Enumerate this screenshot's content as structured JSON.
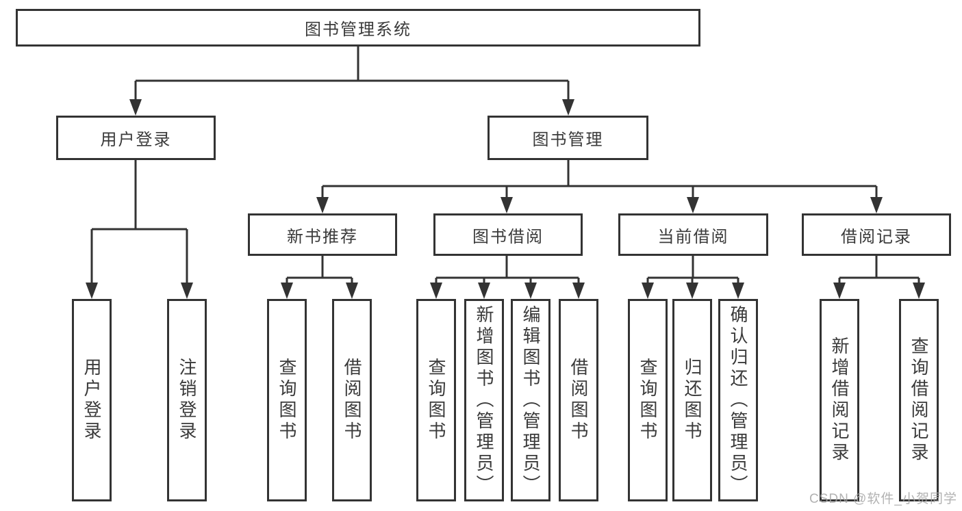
{
  "diagram_type": "hierarchy-tree",
  "colors": {
    "background": "#ffffff",
    "line": "#333333",
    "box_border": "#333333",
    "box_fill": "#ffffff",
    "text": "#3a3a3a",
    "watermark": "#a5a5a5"
  },
  "tree": {
    "label": "图书管理系统",
    "children": [
      {
        "label": "用户登录",
        "children": [
          {
            "label": "用户登录"
          },
          {
            "label": "注销登录"
          }
        ]
      },
      {
        "label": "图书管理",
        "children": [
          {
            "label": "新书推荐",
            "children": [
              {
                "label": "查询图书"
              },
              {
                "label": "借阅图书"
              }
            ]
          },
          {
            "label": "图书借阅",
            "children": [
              {
                "label": "查询图书"
              },
              {
                "label": "新增图书（管理员）"
              },
              {
                "label": "编辑图书（管理员）"
              },
              {
                "label": "借阅图书"
              }
            ]
          },
          {
            "label": "当前借阅",
            "children": [
              {
                "label": "查询图书"
              },
              {
                "label": "归还图书"
              },
              {
                "label": "确认归还（管理员）"
              }
            ]
          },
          {
            "label": "借阅记录",
            "children": [
              {
                "label": "新增借阅记录"
              },
              {
                "label": "查询借阅记录"
              }
            ]
          }
        ]
      }
    ]
  },
  "watermark": {
    "text": "CSDN @软件_小贺同学"
  }
}
